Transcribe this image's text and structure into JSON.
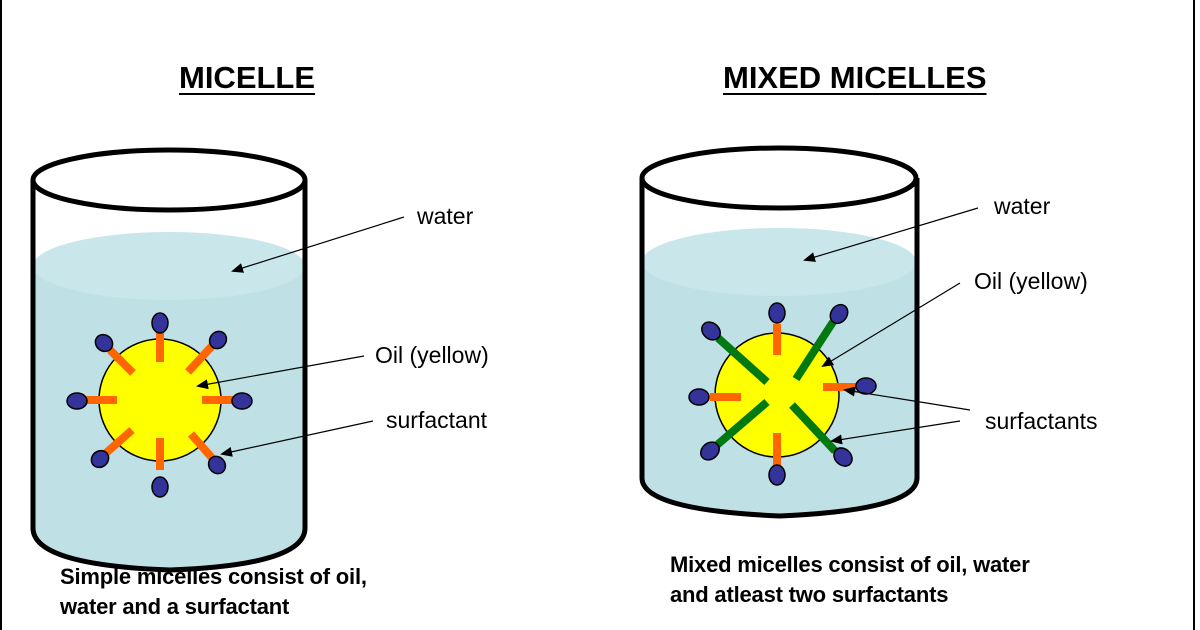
{
  "colors": {
    "water_top": "#c9e6ea",
    "water_body": "#bfe1e5",
    "oil": "#ffff00",
    "surfactant_tail_a": "#ff6600",
    "surfactant_tail_b": "#007a10",
    "surfactant_head": "#333399",
    "outline": "#000000"
  },
  "panels": [
    {
      "title": "MICELLE",
      "labels": {
        "water": "water",
        "oil": "Oil (yellow)",
        "surfactant": "surfactant"
      },
      "caption": [
        "Simple micelles consist of oil,",
        "water and a surfactant"
      ]
    },
    {
      "title": "MIXED MICELLES",
      "labels": {
        "water": "water",
        "oil": "Oil (yellow)",
        "surfactant": "surfactants"
      },
      "caption": [
        "Mixed micelles consist of oil, water",
        "and atleast two surfactants"
      ]
    }
  ]
}
